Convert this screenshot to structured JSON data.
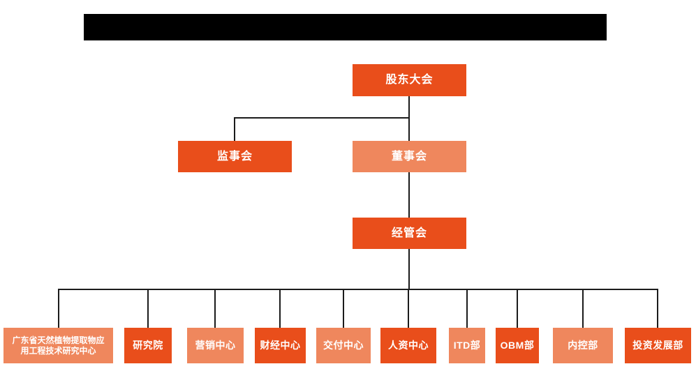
{
  "page": {
    "background": "#FFFFFF",
    "title_redacted": true
  },
  "colors": {
    "node_dark_orange": "#E94E1B",
    "node_light_orange": "#EF875D",
    "connector": "#1B1B1B",
    "redaction_bar": "#000000",
    "node_text": "#FFFFFF"
  },
  "org": {
    "type": "org-chart",
    "nodes": [
      {
        "label": "股东大会",
        "variant": "dark",
        "level": 1
      },
      {
        "label": "监事会",
        "variant": "dark",
        "level": 2
      },
      {
        "label": "董事会",
        "variant": "light",
        "level": 2
      },
      {
        "label": "经管会",
        "variant": "dark",
        "level": 3
      },
      {
        "label": "广东省天然植物提取物应\n用工程技术研究中心",
        "variant": "light",
        "level": 4
      },
      {
        "label": "研究院",
        "variant": "dark",
        "level": 4
      },
      {
        "label": "营销中心",
        "variant": "light",
        "level": 4
      },
      {
        "label": "财经中心",
        "variant": "dark",
        "level": 4
      },
      {
        "label": "交付中心",
        "variant": "light",
        "level": 4
      },
      {
        "label": "人资中心",
        "variant": "dark",
        "level": 4
      },
      {
        "label": "ITD部",
        "variant": "light",
        "level": 4
      },
      {
        "label": "OBM部",
        "variant": "dark",
        "level": 4
      },
      {
        "label": "内控部",
        "variant": "light",
        "level": 4
      },
      {
        "label": "投资发展部",
        "variant": "dark",
        "level": 4
      }
    ],
    "hierarchy": [
      {
        "parent": "股东大会",
        "children": [
          "监事会",
          "董事会"
        ]
      },
      {
        "parent": "董事会",
        "children": [
          "经管会"
        ]
      },
      {
        "parent": "经管会",
        "children": [
          "广东省天然植物提取物应用工程技术研究中心",
          "研究院",
          "营销中心",
          "财经中心",
          "交付中心",
          "人资中心",
          "ITD部",
          "OBM部",
          "内控部",
          "投资发展部"
        ]
      }
    ]
  }
}
